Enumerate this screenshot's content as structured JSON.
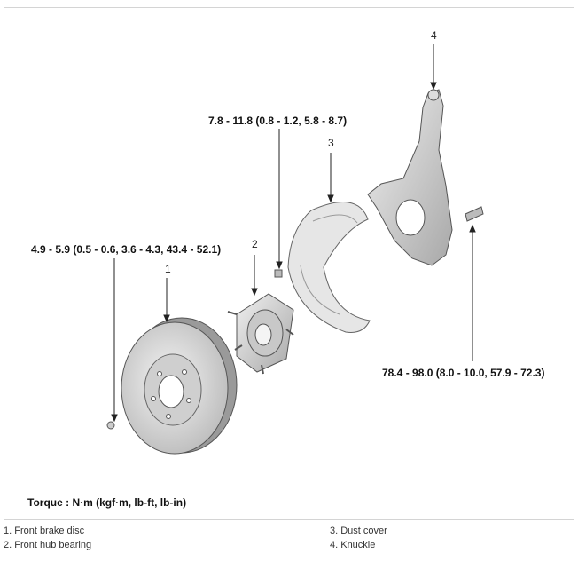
{
  "diagram": {
    "callouts": {
      "c1": "1",
      "c2": "2",
      "c3": "3",
      "c4": "4"
    },
    "torque_labels": {
      "dust_cover_bolt": "7.8 - 11.8 (0.8 - 1.2, 5.8 - 8.7)",
      "disc_screw": "4.9 - 5.9 (0.5 - 0.6, 3.6 - 4.3, 43.4 - 52.1)",
      "knuckle_bolt": "78.4 - 98.0 (8.0 - 10.0, 57.9 - 72.3)"
    },
    "torque_unit": "Torque : N·m (kgf·m, lb-ft, lb-in)"
  },
  "legend": [
    {
      "text": "1. Front brake disc"
    },
    {
      "text": "2. Front hub bearing"
    },
    {
      "text": "3. Dust cover"
    },
    {
      "text": "4. Knuckle"
    }
  ],
  "colors": {
    "part_fill": "#dcdcdc",
    "part_stroke": "#555555",
    "leader": "#222222"
  }
}
